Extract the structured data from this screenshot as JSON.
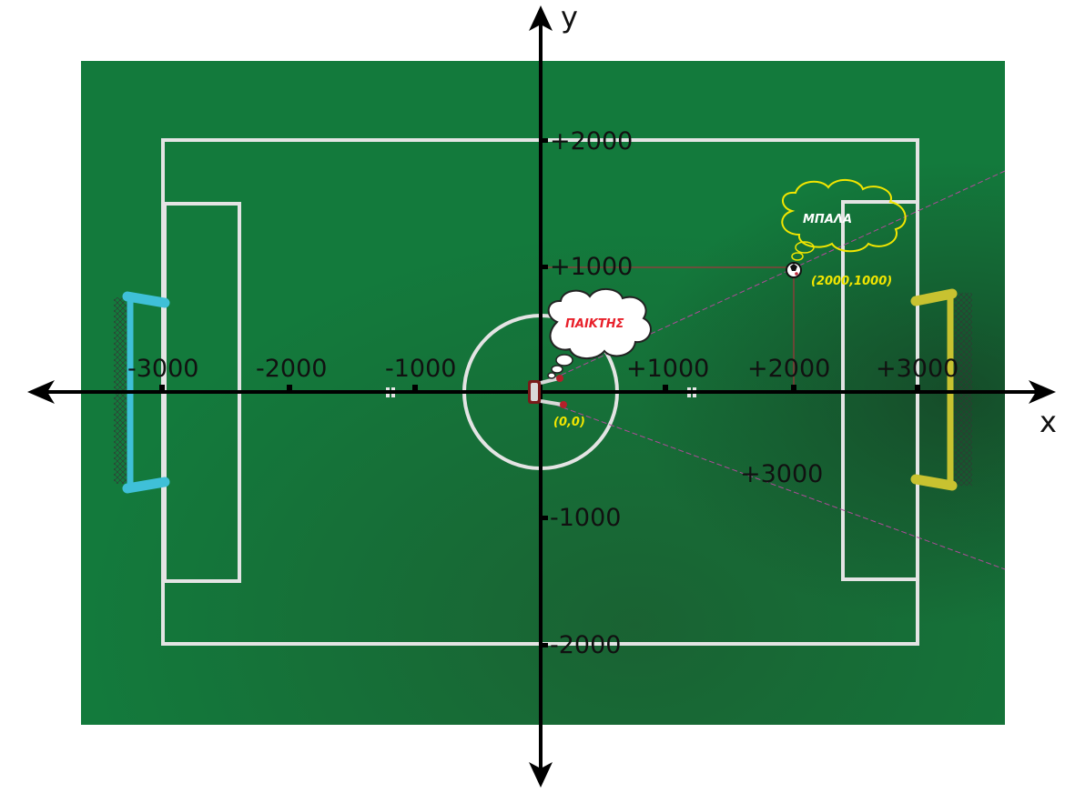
{
  "axes": {
    "x_name": "x",
    "y_name": "y",
    "x_ticks": [
      "-3000",
      "-2000",
      "-1000",
      "+1000",
      "+2000",
      "+3000"
    ],
    "y_ticks": [
      "+2000",
      "+1000",
      "-1000",
      "-2000"
    ],
    "diagonal_label": "+3000"
  },
  "player": {
    "bubble_label": "ΠΑΙΚΤΗΣ",
    "coords": "(0,0)",
    "bubble_text_color": "#e8202a"
  },
  "ball": {
    "bubble_label": "ΜΠΑΛΑ",
    "coords": "(2000,1000)",
    "bubble_text_color": "#ffffff"
  },
  "colors": {
    "pitch": "#137a3c",
    "lines": "#e4e4e4",
    "left_goal": "#3fc0d8",
    "right_goal": "#c8c230",
    "coord_text": "#f2e600",
    "ball_bubble_outline": "#f2e600",
    "guide_lines": "#c0293b",
    "diagonal_lines": "#b04a9a"
  }
}
